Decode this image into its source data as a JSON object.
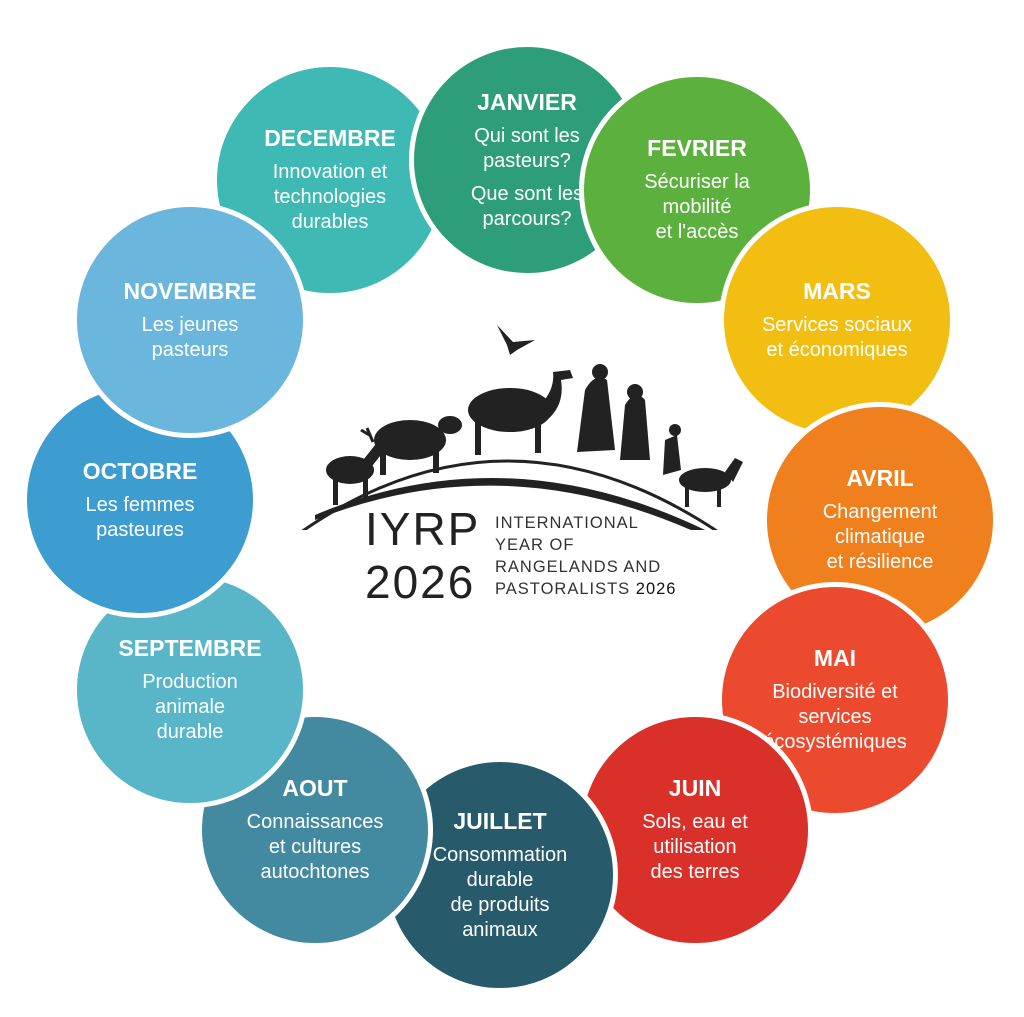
{
  "months": [
    {
      "name": "DECEMBRE",
      "theme": "Innovation et\ntechnologies\ndurables",
      "color": "#3fb9b3"
    },
    {
      "name": "JANVIER",
      "theme": "Qui sont les\npasteurs?",
      "theme2": "Que sont les\nparcours?",
      "color": "#2e9e7a"
    },
    {
      "name": "FEVRIER",
      "theme": "Sécuriser la\nmobilité\net l'accès",
      "color": "#5cb13e"
    },
    {
      "name": "MARS",
      "theme": "Services sociaux\net économiques",
      "color": "#f2be12"
    },
    {
      "name": "AVRIL",
      "theme": "Changement\nclimatique\net résilience",
      "color": "#f07f1d"
    },
    {
      "name": "MAI",
      "theme": "Biodiversité et\nservices\nécosystémiques",
      "color": "#ec4a2f"
    },
    {
      "name": "JUIN",
      "theme": "Sols, eau et\nutilisation\ndes terres",
      "color": "#d9302a"
    },
    {
      "name": "JUILLET",
      "theme": "Consommation\ndurable\nde produits\nanimaux",
      "color": "#275b6b"
    },
    {
      "name": "AOUT",
      "theme": "Connaissances\net cultures\nautochtones",
      "color": "#438aa0"
    },
    {
      "name": "SEPTEMBRE",
      "theme": "Production\nanimale\ndurable",
      "color": "#58b6c8"
    },
    {
      "name": "OCTOBRE",
      "theme": "Les femmes\npasteures",
      "color": "#3e9dd0"
    },
    {
      "name": "NOVEMBRE",
      "theme": "Les jeunes\npasteurs",
      "color": "#6bb6dc"
    }
  ],
  "logo": {
    "acronym": "IYRP",
    "year": "2026",
    "line1": "INTERNATIONAL",
    "line2": "YEAR OF",
    "line3": "RANGELANDS AND",
    "line4": "PASTORALISTS",
    "line4_year": "2026"
  }
}
